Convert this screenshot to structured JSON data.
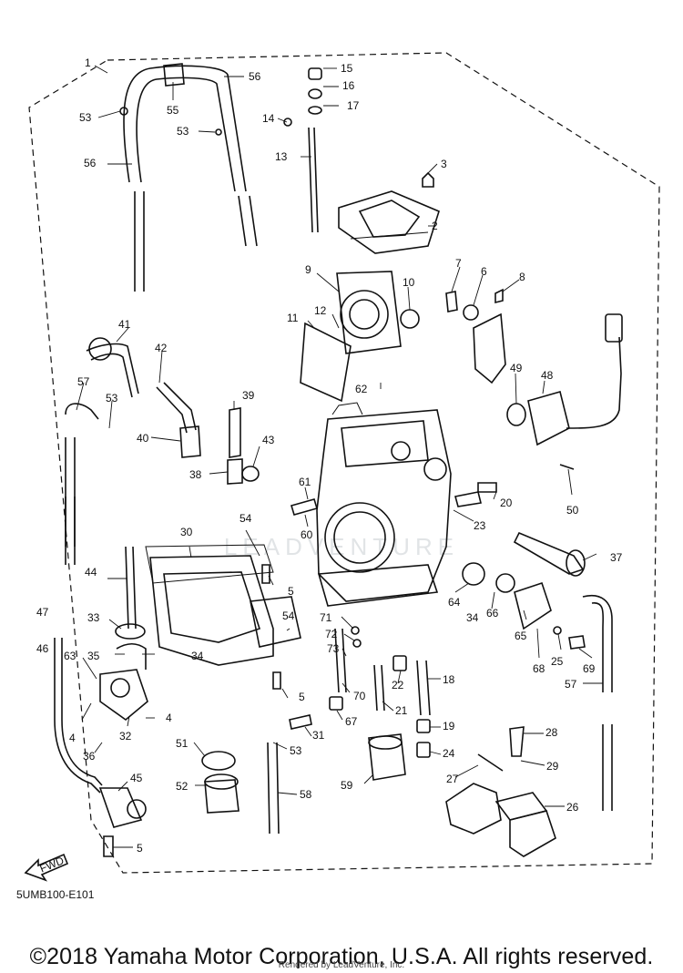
{
  "diagram_code": "5UMB100-E101",
  "copyright": "©2018 Yamaha Motor Corporation, U.S.A. All rights reserved.",
  "rendered_by": "Rendered by LeadVenture, Inc.",
  "watermark": "LEADVENTURE",
  "fwd_label": "FWD",
  "callouts": {
    "c1": "1",
    "c2": "2",
    "c3": "3",
    "c4": "4",
    "c4b": "4",
    "c5a": "5",
    "c5b": "5",
    "c5c": "5",
    "c6": "6",
    "c7": "7",
    "c8": "8",
    "c9": "9",
    "c10": "10",
    "c11": "11",
    "c12": "12",
    "c13": "13",
    "c14": "14",
    "c15": "15",
    "c16": "16",
    "c17": "17",
    "c18": "18",
    "c19": "19",
    "c20": "20",
    "c21": "21",
    "c22": "22",
    "c23": "23",
    "c24": "24",
    "c25": "25",
    "c26": "26",
    "c27": "27",
    "c28": "28",
    "c29": "29",
    "c30": "30",
    "c31": "31",
    "c32": "32",
    "c33": "33",
    "c34a": "34",
    "c34b": "34",
    "c35": "35",
    "c36": "36",
    "c37": "37",
    "c38": "38",
    "c39": "39",
    "c40": "40",
    "c41": "41",
    "c42": "42",
    "c43": "43",
    "c44": "44",
    "c45": "45",
    "c46": "46",
    "c47": "47",
    "c48": "48",
    "c49": "49",
    "c50": "50",
    "c51": "51",
    "c52": "52",
    "c53a": "53",
    "c53b": "53",
    "c53c": "53",
    "c53d": "53",
    "c54a": "54",
    "c54b": "54",
    "c55": "55",
    "c56a": "56",
    "c56b": "56",
    "c57a": "57",
    "c57b": "57",
    "c58": "58",
    "c59": "59",
    "c60": "60",
    "c61": "61",
    "c62": "62",
    "c63": "63",
    "c64": "64",
    "c65": "65",
    "c66": "66",
    "c67": "67",
    "c68": "68",
    "c69": "69",
    "c70": "70",
    "c71": "71",
    "c72": "72",
    "c73": "73"
  }
}
